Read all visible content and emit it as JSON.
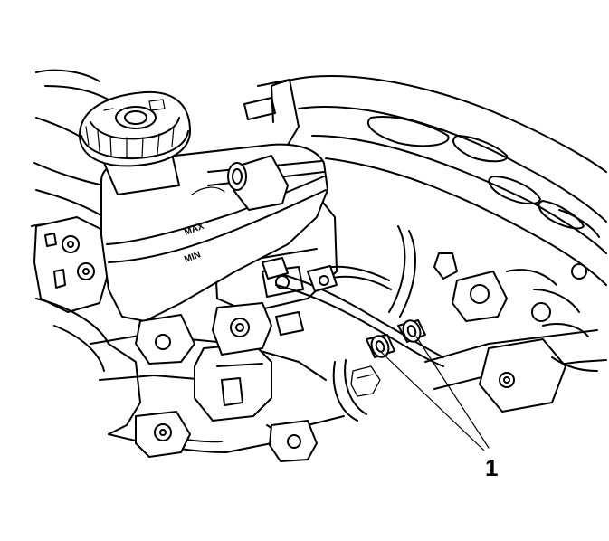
{
  "diagram": {
    "callouts": [
      {
        "id": 1,
        "label": "1"
      }
    ],
    "reservoir_marks": {
      "max": "MAX",
      "min": "MIN"
    }
  }
}
